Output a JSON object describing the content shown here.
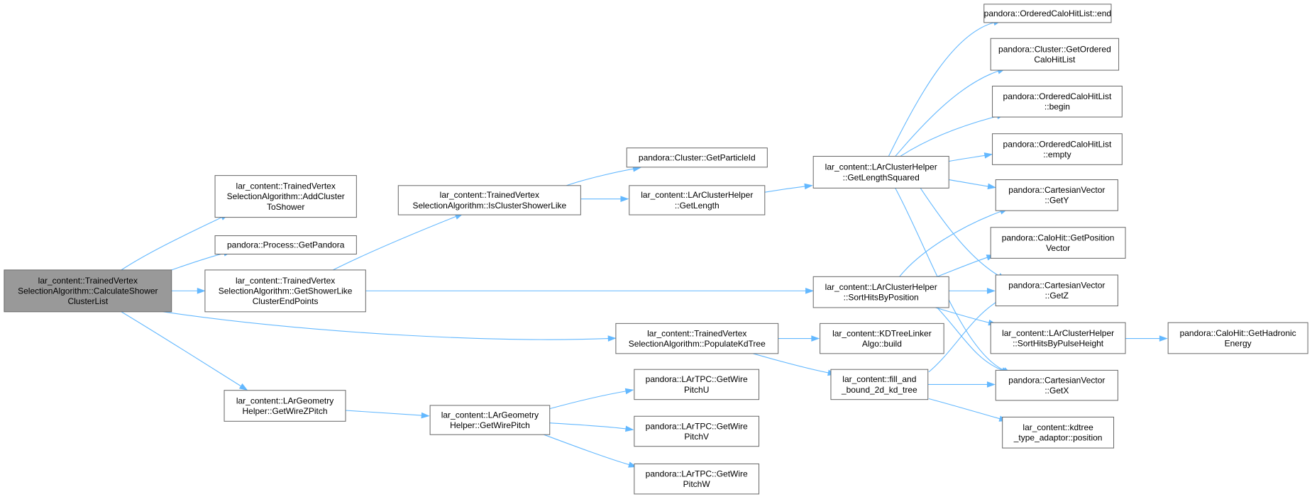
{
  "graph": {
    "edge_color": "#63b8ff",
    "node_border": "#666666",
    "root_fill": "#999999",
    "nodes": [
      {
        "id": "root",
        "lines": [
          "lar_content::TrainedVertex",
          "SelectionAlgorithm::CalculateShower",
          "ClusterList"
        ],
        "root": true
      },
      {
        "id": "addcluster",
        "lines": [
          "lar_content::TrainedVertex",
          "SelectionAlgorithm::AddCluster",
          "ToShower"
        ]
      },
      {
        "id": "getpandora",
        "lines": [
          "pandora::Process::GetPandora"
        ]
      },
      {
        "id": "getshowerlike",
        "lines": [
          "lar_content::TrainedVertex",
          "SelectionAlgorithm::GetShowerLike",
          "ClusterEndPoints"
        ]
      },
      {
        "id": "populatekd",
        "lines": [
          "lar_content::TrainedVertex",
          "SelectionAlgorithm::PopulateKdTree"
        ]
      },
      {
        "id": "getwirez",
        "lines": [
          "lar_content::LArGeometry",
          "Helper::GetWireZPitch"
        ]
      },
      {
        "id": "isshowerlike",
        "lines": [
          "lar_content::TrainedVertex",
          "SelectionAlgorithm::IsClusterShowerLike"
        ]
      },
      {
        "id": "getparticleid",
        "lines": [
          "pandora::Cluster::GetParticleId"
        ]
      },
      {
        "id": "getlength",
        "lines": [
          "lar_content::LArClusterHelper",
          "::GetLength"
        ]
      },
      {
        "id": "getlengthsq",
        "lines": [
          "lar_content::LArClusterHelper",
          "::GetLengthSquared"
        ]
      },
      {
        "id": "sortpos",
        "lines": [
          "lar_content::LArClusterHelper",
          "::SortHitsByPosition"
        ]
      },
      {
        "id": "kdbuild",
        "lines": [
          "lar_content::KDTreeLinker",
          "Algo::build"
        ]
      },
      {
        "id": "fillbound",
        "lines": [
          "lar_content::fill_and",
          "_bound_2d_kd_tree"
        ]
      },
      {
        "id": "getwirepitch",
        "lines": [
          "lar_content::LArGeometry",
          "Helper::GetWirePitch"
        ]
      },
      {
        "id": "pitchu",
        "lines": [
          "pandora::LArTPC::GetWire",
          "PitchU"
        ]
      },
      {
        "id": "pitchv",
        "lines": [
          "pandora::LArTPC::GetWire",
          "PitchV"
        ]
      },
      {
        "id": "pitchw",
        "lines": [
          "pandora::LArTPC::GetWire",
          "PitchW"
        ]
      },
      {
        "id": "end",
        "lines": [
          "pandora::OrderedCaloHitList::end"
        ]
      },
      {
        "id": "getordered",
        "lines": [
          "pandora::Cluster::GetOrdered",
          "CaloHitList"
        ]
      },
      {
        "id": "begin",
        "lines": [
          "pandora::OrderedCaloHitList",
          "::begin"
        ]
      },
      {
        "id": "empty",
        "lines": [
          "pandora::OrderedCaloHitList",
          "::empty"
        ]
      },
      {
        "id": "gety",
        "lines": [
          "pandora::CartesianVector",
          "::GetY"
        ]
      },
      {
        "id": "getposvec",
        "lines": [
          "pandora::CaloHit::GetPosition",
          "Vector"
        ]
      },
      {
        "id": "getz",
        "lines": [
          "pandora::CartesianVector",
          "::GetZ"
        ]
      },
      {
        "id": "sortpulse",
        "lines": [
          "lar_content::LArClusterHelper",
          "::SortHitsByPulseHeight"
        ]
      },
      {
        "id": "getx",
        "lines": [
          "pandora::CartesianVector",
          "::GetX"
        ]
      },
      {
        "id": "kdposition",
        "lines": [
          "lar_content::kdtree",
          "_type_adaptor::position"
        ]
      },
      {
        "id": "hadronic",
        "lines": [
          "pandora::CaloHit::GetHadronic",
          "Energy"
        ]
      }
    ],
    "edges": [
      [
        "root",
        "addcluster"
      ],
      [
        "root",
        "getpandora"
      ],
      [
        "root",
        "getshowerlike"
      ],
      [
        "root",
        "populatekd"
      ],
      [
        "root",
        "getwirez"
      ],
      [
        "getshowerlike",
        "isshowerlike"
      ],
      [
        "getshowerlike",
        "sortpos"
      ],
      [
        "isshowerlike",
        "getparticleid"
      ],
      [
        "isshowerlike",
        "getlength"
      ],
      [
        "getlength",
        "getlengthsq"
      ],
      [
        "getlengthsq",
        "end"
      ],
      [
        "getlengthsq",
        "getordered"
      ],
      [
        "getlengthsq",
        "begin"
      ],
      [
        "getlengthsq",
        "empty"
      ],
      [
        "getlengthsq",
        "gety"
      ],
      [
        "getlengthsq",
        "getz"
      ],
      [
        "getlengthsq",
        "getx"
      ],
      [
        "sortpos",
        "gety"
      ],
      [
        "sortpos",
        "getposvec"
      ],
      [
        "sortpos",
        "getz"
      ],
      [
        "sortpos",
        "sortpulse"
      ],
      [
        "sortpos",
        "getx"
      ],
      [
        "sortpulse",
        "hadronic"
      ],
      [
        "populatekd",
        "kdbuild"
      ],
      [
        "populatekd",
        "fillbound"
      ],
      [
        "fillbound",
        "getz"
      ],
      [
        "fillbound",
        "getx"
      ],
      [
        "fillbound",
        "kdposition"
      ],
      [
        "getwirez",
        "getwirepitch"
      ],
      [
        "getwirepitch",
        "pitchu"
      ],
      [
        "getwirepitch",
        "pitchv"
      ],
      [
        "getwirepitch",
        "pitchw"
      ]
    ]
  }
}
